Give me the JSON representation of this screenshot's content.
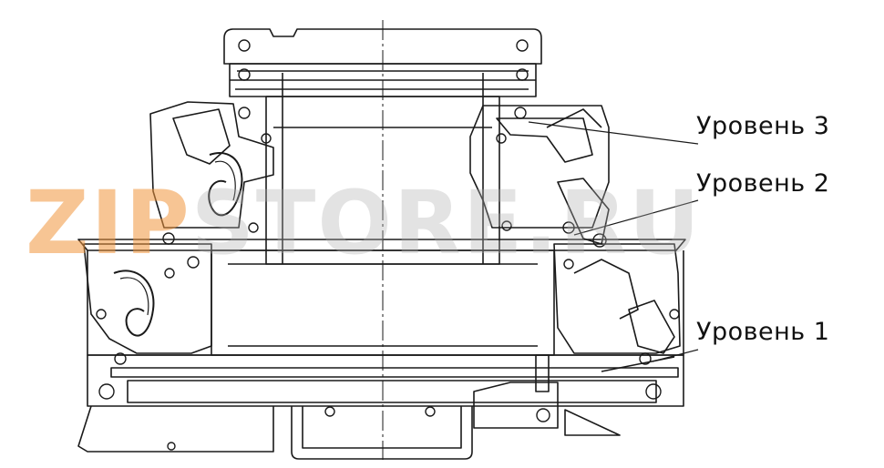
{
  "labels": {
    "level3": "Уровень 3",
    "level2": "Уровень 2",
    "level1": "Уровень 1"
  },
  "watermark": {
    "part1": "ZIP",
    "part2": "STORE.RU"
  },
  "colors": {
    "line": "#1a1a1a",
    "watermark_orange": "#f0963c",
    "watermark_gray": "#b0b0b0"
  }
}
